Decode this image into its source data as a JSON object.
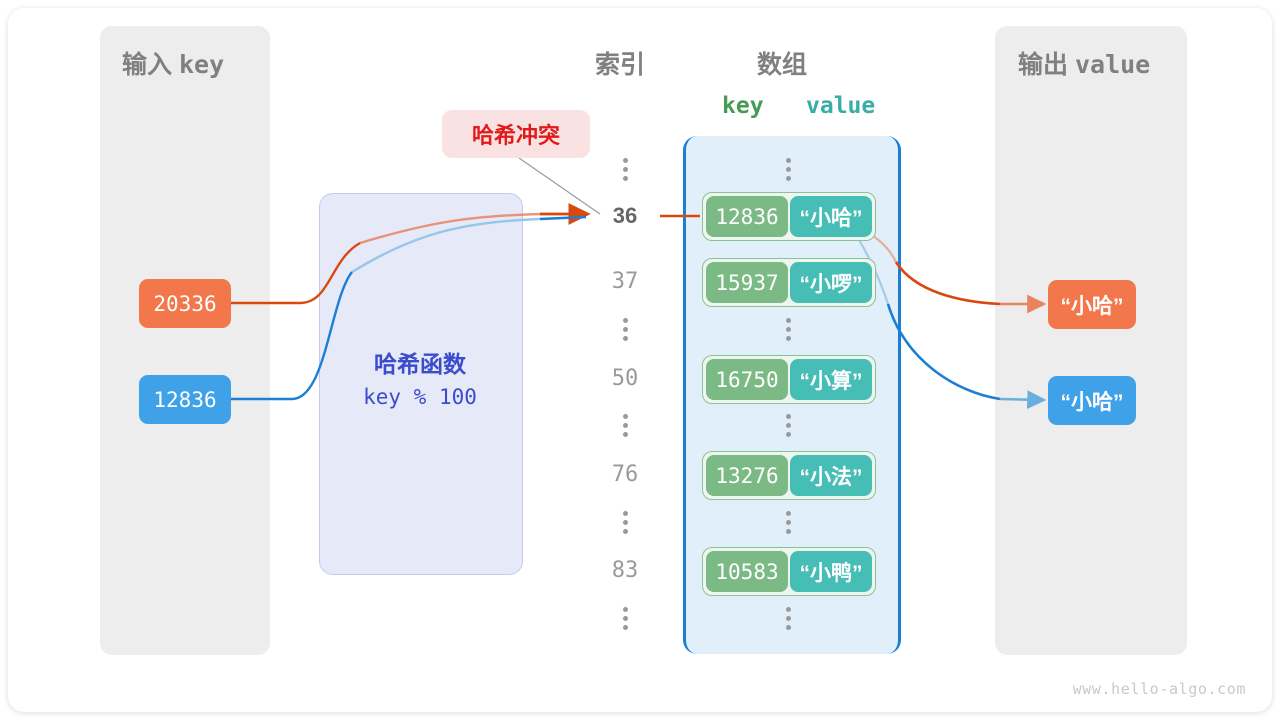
{
  "diagram": {
    "title_input": {
      "cn": "输入",
      "mono": "key"
    },
    "title_output": {
      "cn": "输出",
      "mono": "value"
    },
    "col_index": "索引",
    "col_array": "数组",
    "kv_key": "key",
    "kv_value": "value",
    "collision_label": "哈希冲突",
    "hash_title": "哈希函数",
    "hash_formula": "key % 100",
    "watermark": "www.hello-algo.com"
  },
  "inputs": [
    {
      "value": "20336",
      "color": "#f2784b",
      "style": "orange"
    },
    {
      "value": "12836",
      "color": "#3fa2e8",
      "style": "blue"
    }
  ],
  "outputs": [
    {
      "value": "“小哈”",
      "color": "#f2784b",
      "style": "orange"
    },
    {
      "value": "“小哈”",
      "color": "#3fa2e8",
      "style": "blue"
    }
  ],
  "table": {
    "rows": [
      {
        "index": "36",
        "key": "12836",
        "value": "“小哈”",
        "highlighted": true
      },
      {
        "index": "37",
        "key": "15937",
        "value": "“小啰”",
        "highlighted": false
      },
      {
        "index": "50",
        "key": "16750",
        "value": "“小算”",
        "highlighted": false
      },
      {
        "index": "76",
        "key": "13276",
        "value": "“小法”",
        "highlighted": false
      },
      {
        "index": "83",
        "key": "10583",
        "value": "“小鸭”",
        "highlighted": false
      }
    ]
  },
  "colors": {
    "key_box": "#7cba85",
    "value_box": "#46bdb5",
    "array_bracket": "#1c7fd4",
    "array_fill": "#e1effa",
    "hash_fill": "#e6e9f8",
    "hash_text": "#3b4ccc",
    "collision_bg": "#fbe2e2",
    "collision_text": "#e01b1b",
    "panel_gray": "#ededed"
  }
}
